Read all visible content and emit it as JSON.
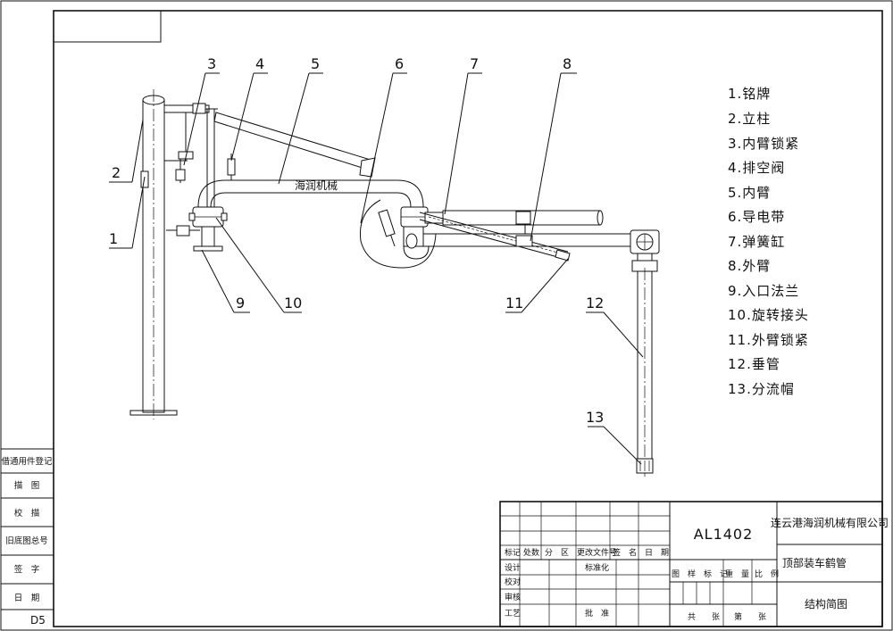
{
  "drawing": {
    "pipe_label": "海润机械",
    "callouts": [
      "1",
      "2",
      "3",
      "4",
      "5",
      "6",
      "7",
      "8",
      "9",
      "10",
      "11",
      "12",
      "13"
    ],
    "legend": [
      "1.铭牌",
      "2.立柱",
      "3.内臂锁紧",
      "4.排空阀",
      "5.内臂",
      "6.导电带",
      "7.弹簧缸",
      "8.外臂",
      "9.入口法兰",
      "10.旋转接头",
      "11.外臂锁紧",
      "12.垂管",
      "13.分流帽"
    ]
  },
  "side_panel": {
    "rows": [
      "借通用件登记",
      "描　图",
      "校　描",
      "旧底图总号",
      "签　字",
      "日　期"
    ],
    "sheet_code": "D5"
  },
  "title_block": {
    "drawing_number": "AL1402",
    "company": "连云港海润机械有限公司",
    "product_name": "顶部装车鹤管",
    "drawing_title": "结构简图",
    "rev_headers": [
      "标记",
      "处数",
      "分　区",
      "更改文件号",
      "签　名",
      "日　期"
    ],
    "sign_rows": [
      "设计",
      "校对",
      "审核",
      "工艺"
    ],
    "standardization": "标准化",
    "approval": "批　准",
    "attr_headers": [
      "图　样　标　记",
      "重　量",
      "比　例"
    ],
    "sheet_info": [
      "共　　张",
      "第　　张"
    ]
  }
}
